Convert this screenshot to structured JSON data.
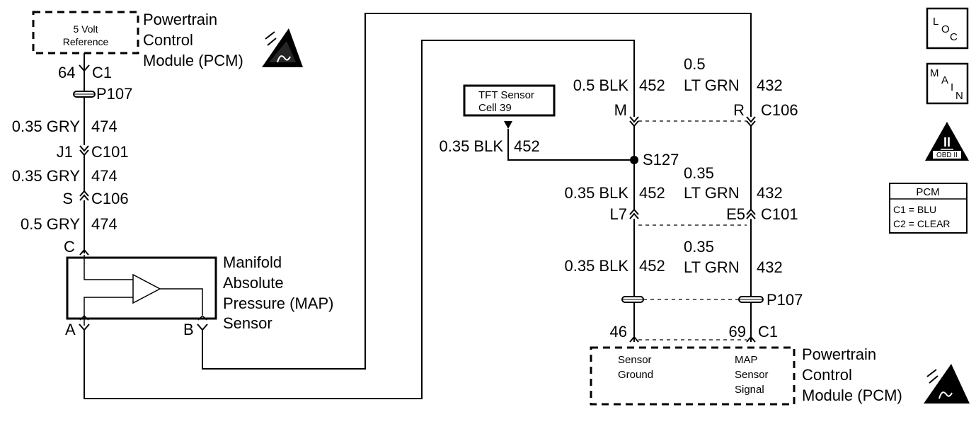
{
  "pcm_top": {
    "ref_line1": "5 Volt",
    "ref_line2": "Reference",
    "title_line1": "Powertrain",
    "title_line2": "Control",
    "title_line3": "Module (PCM)",
    "pin": "64",
    "connector": "C1"
  },
  "left_wire": {
    "p107": "P107",
    "seg1_gauge": "0.35 GRY",
    "seg1_circuit": "474",
    "c101_pin": "J1",
    "c101_name": "C101",
    "seg2_gauge": "0.35 GRY",
    "seg2_circuit": "474",
    "c106_pin": "S",
    "c106_name": "C106",
    "seg3_gauge": "0.5 GRY",
    "seg3_circuit": "474"
  },
  "map_sensor": {
    "pin_c": "C",
    "pin_a": "A",
    "pin_b": "B",
    "name_line1": "Manifold",
    "name_line2": "Absolute",
    "name_line3": "Pressure (MAP)",
    "name_line4": "Sensor"
  },
  "tft": {
    "line1": "TFT Sensor",
    "line2": "Cell 39",
    "gauge": "0.35 BLK",
    "circuit": "452"
  },
  "ground_wire": {
    "top_gauge": "0.5 BLK",
    "top_circuit": "452",
    "c106_pin": "M",
    "splice": "S127",
    "mid_gauge": "0.35 BLK",
    "mid_circuit": "452",
    "c101_pin": "L7",
    "low_gauge": "0.35 BLK",
    "low_circuit": "452",
    "pcm_pin": "46"
  },
  "signal_wire": {
    "top_gauge_line1": "0.5",
    "top_gauge_line2": "LT GRN",
    "top_circuit": "432",
    "c106_pin": "R",
    "c106_name": "C106",
    "mid_gauge_line1": "0.35",
    "mid_gauge_line2": "LT GRN",
    "mid_circuit": "432",
    "c101_pin": "E5",
    "c101_name": "C101",
    "low_gauge_line1": "0.35",
    "low_gauge_line2": "LT GRN",
    "low_circuit": "432",
    "p107": "P107",
    "pcm_pin": "69",
    "pcm_connector": "C1"
  },
  "pcm_bottom": {
    "ground_line1": "Sensor",
    "ground_line2": "Ground",
    "signal_line1": "MAP",
    "signal_line2": "Sensor",
    "signal_line3": "Signal",
    "title_line1": "Powertrain",
    "title_line2": "Control",
    "title_line3": "Module (PCM)"
  },
  "side_icons": {
    "loc_l": "L",
    "loc_o": "O",
    "loc_c": "C",
    "main_m": "M",
    "main_a": "A",
    "main_i": "I",
    "main_n": "N",
    "obd_numeral": "II",
    "obd_label": "OBD II"
  },
  "pcm_legend": {
    "title": "PCM",
    "row1": "C1 = BLU",
    "row2": "C2 = CLEAR"
  }
}
